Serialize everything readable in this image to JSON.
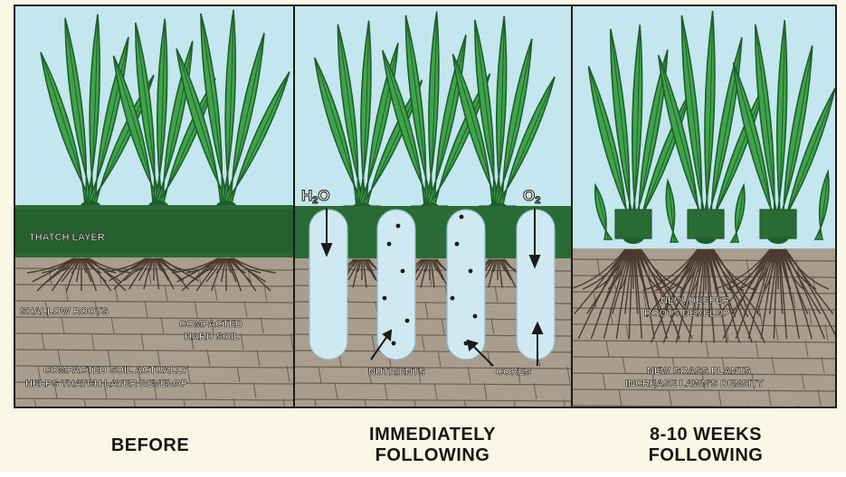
{
  "panels": [
    {
      "caption": "BEFORE",
      "labels": {
        "thatch": "THATCH LAYER",
        "shallow_roots": "SHALLOW ROOTS",
        "compacted_1": "COMPACTED",
        "compacted_2": "HARD SOIL",
        "bottom_1": "COMPACTED SOIL ACTUALLY",
        "bottom_2": "HELPS THATCH LAYER DEVELOP"
      }
    },
    {
      "caption_line1": "IMMEDIATELY",
      "caption_line2": "FOLLOWING",
      "labels": {
        "water": "H",
        "water_sub": "2",
        "water_end": "O",
        "oxygen": "O",
        "oxygen_sub": "2",
        "nutrients": "NUTRIENTS",
        "cores": "CORES"
      }
    },
    {
      "caption_line1": "8-10 WEEKS",
      "caption_line2": "FOLLOWING",
      "labels": {
        "roots_1": "NEW, DEEPER",
        "roots_2": "ROOTS DEVELOP",
        "plants_1": "NEW GRASS PLANTS",
        "plants_2": "INCREASE LAWN'S DENSITY"
      }
    }
  ],
  "colors": {
    "sky": "#c4e6ee",
    "grass": "#3fa34a",
    "grass_dark": "#1f5e2c",
    "thatch": "#2a6a34",
    "soil": "#a99d8e",
    "soil_line": "#6b5f53",
    "root": "#4a3a30",
    "core_hole": "#cfe9f2",
    "frame": "#1d1a16"
  }
}
